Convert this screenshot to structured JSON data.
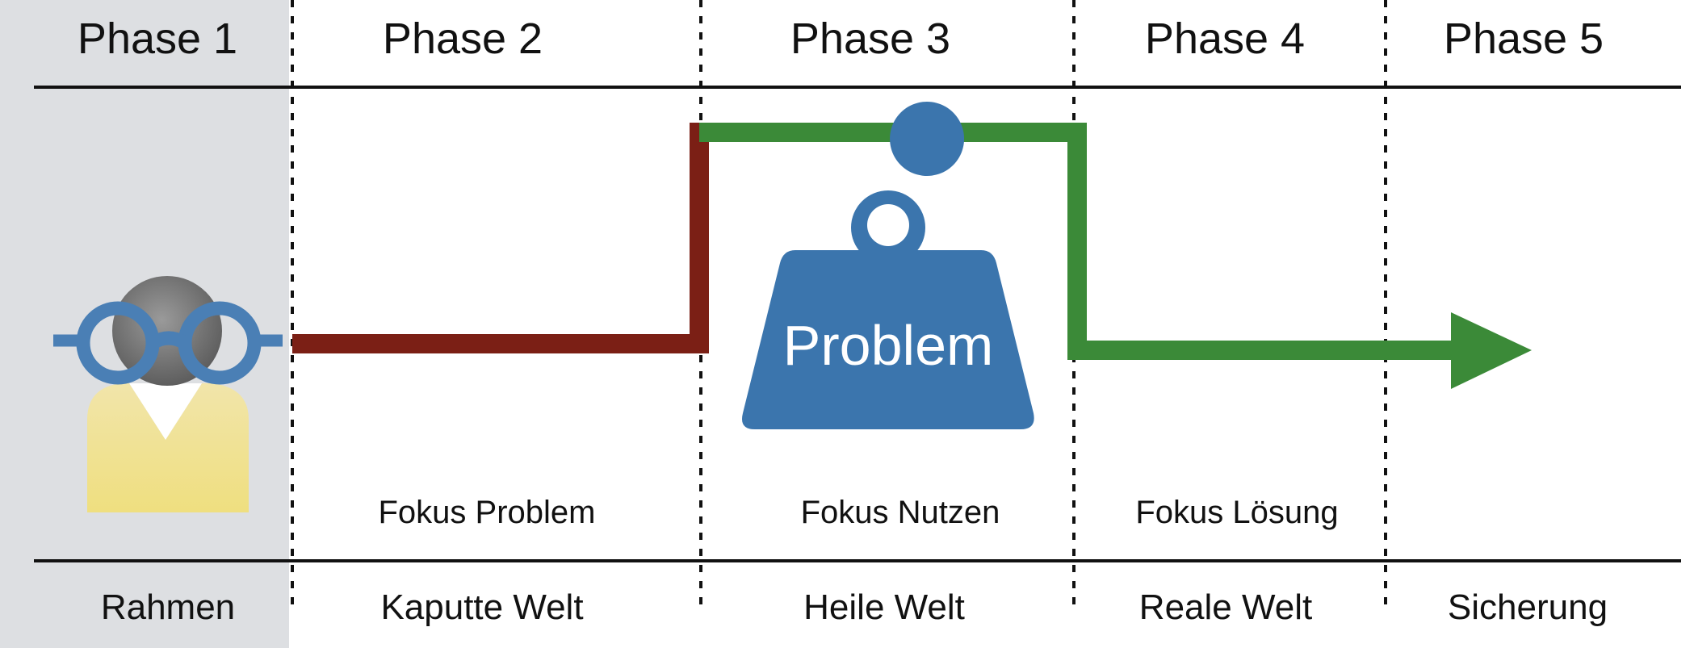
{
  "phases": [
    {
      "title": "Phase 1",
      "focus": "",
      "footer": "Rahmen"
    },
    {
      "title": "Phase 2",
      "focus": "Fokus Problem",
      "footer": "Kaputte Welt"
    },
    {
      "title": "Phase 3",
      "focus": "Fokus Nutzen",
      "footer": "Heile Welt"
    },
    {
      "title": "Phase 4",
      "focus": "Fokus Lösung",
      "footer": "Reale Welt"
    },
    {
      "title": "Phase 5",
      "focus": "",
      "footer": "Sicherung"
    }
  ],
  "weight_label": "Problem",
  "colors": {
    "phase1_band": "#dddfe2",
    "problem_line": "#7b1f15",
    "solution_line": "#3b8a38",
    "weight": "#3b75ad",
    "rule": "#111111",
    "glasses": "#4a7fb5"
  },
  "icons": [
    "person-with-glasses-icon",
    "weight-icon",
    "arrow-head-icon"
  ]
}
